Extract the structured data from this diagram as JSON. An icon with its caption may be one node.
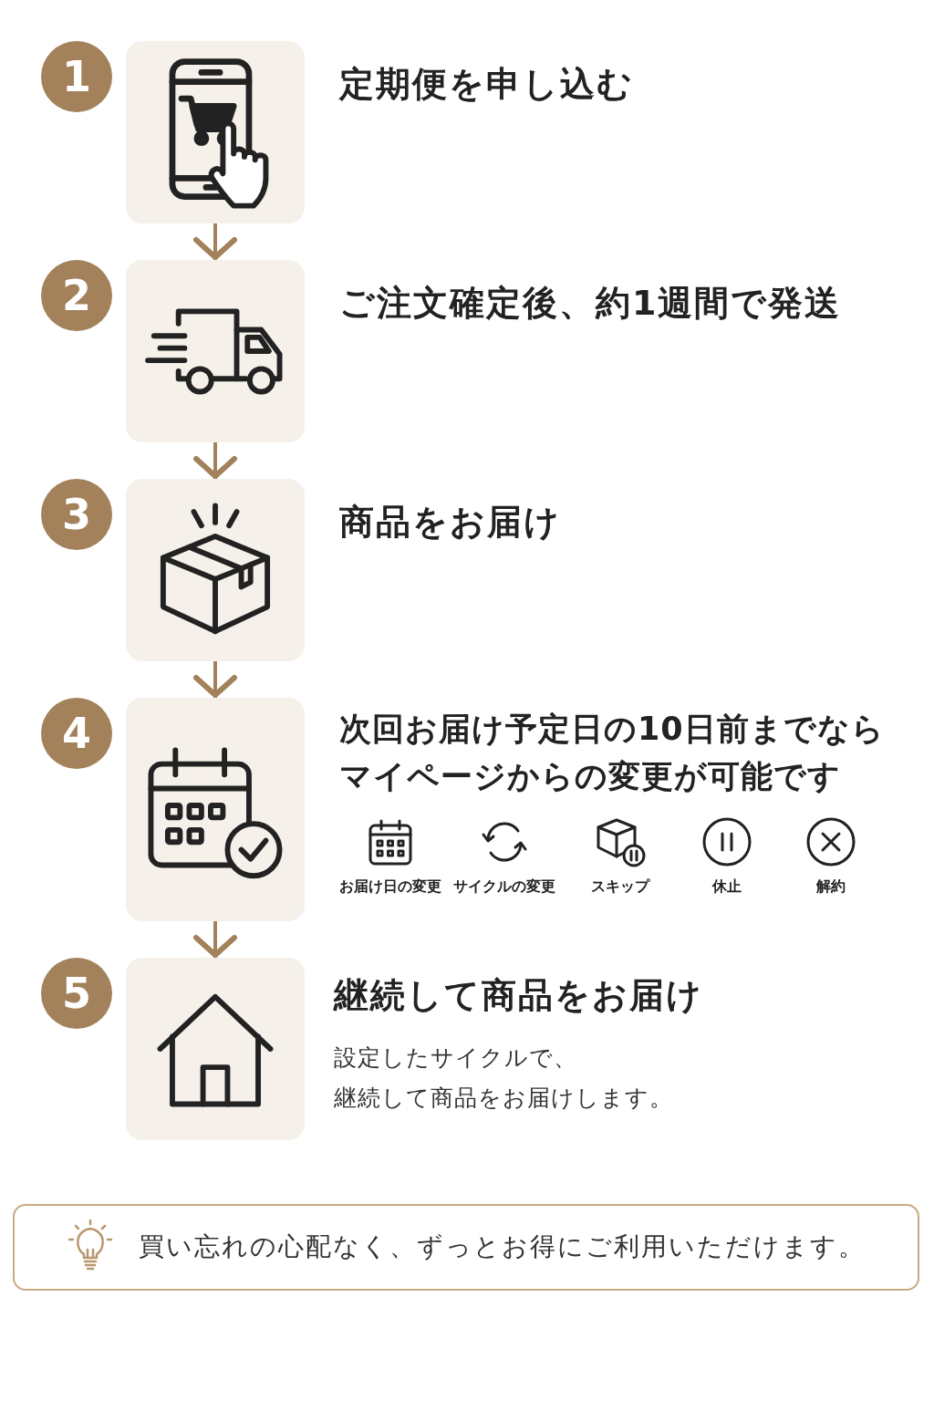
{
  "diagram": {
    "nodes": [
      {
        "text": [
          "1"
        ]
      },
      {
        "text": [],
        "shape": "picture",
        "beside": [
          "定期便を申し込む"
        ]
      },
      {
        "text": [
          "2"
        ]
      },
      {
        "text": [],
        "shape": "picture",
        "beside": [
          "ご注文確定後、約1週間で発送"
        ]
      },
      {
        "text": [
          "3"
        ]
      },
      {
        "text": [],
        "shape": "picture",
        "beside": [
          "商品をお届け"
        ]
      },
      {
        "text": [
          "4"
        ]
      },
      {
        "text": [],
        "shape": "picture",
        "beside": [
          "次回お届け予定日の10日前までならマイページからの変更が可能です"
        ]
      },
      {
        "text": [
          "5"
        ]
      },
      {
        "text": [],
        "shape": "picture",
        "beside": [
          "継続して商品をお届け",
          "設定したサイクルで、継続して商品をお届けします。"
        ]
      },
      {
        "text": [
          "買い忘れの心配なく、ずっとお得にご利用いただけます。"
        ]
      }
    ],
    "edges": [
      {
        "from": 1,
        "to": 3,
        "arrow": "to"
      },
      {
        "from": 3,
        "to": 5,
        "arrow": "to"
      },
      {
        "from": 5,
        "to": 7,
        "arrow": "to"
      },
      {
        "from": 7,
        "to": 9,
        "arrow": "to"
      }
    ],
    "labels": [
      "お届け日の変更",
      "サイクルの変更",
      "スキップ",
      "休止",
      "解約"
    ]
  }
}
